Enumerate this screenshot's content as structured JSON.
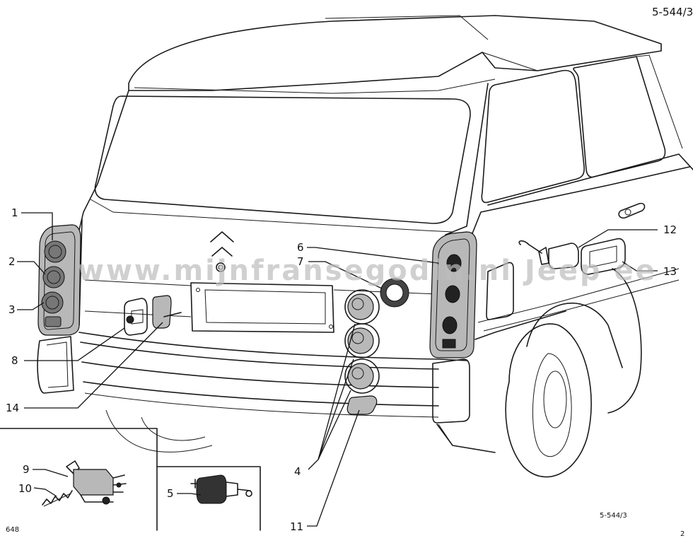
{
  "header": {
    "ref_top": "5-544/3"
  },
  "watermark": "www.mijnfransegodin.nl  Jeep ee",
  "footer": {
    "left": "648",
    "right_ref": "5-544/3",
    "page": "2"
  },
  "callouts": [
    {
      "id": "c1",
      "label": "1"
    },
    {
      "id": "c2",
      "label": "2"
    },
    {
      "id": "c3",
      "label": "3"
    },
    {
      "id": "c4",
      "label": "4"
    },
    {
      "id": "c5",
      "label": "5"
    },
    {
      "id": "c6",
      "label": "6"
    },
    {
      "id": "c7",
      "label": "7"
    },
    {
      "id": "c8",
      "label": "8"
    },
    {
      "id": "c9",
      "label": "9"
    },
    {
      "id": "c10",
      "label": "10"
    },
    {
      "id": "c11",
      "label": "11"
    },
    {
      "id": "c12",
      "label": "12"
    },
    {
      "id": "c13",
      "label": "13"
    },
    {
      "id": "c14",
      "label": "14"
    }
  ]
}
